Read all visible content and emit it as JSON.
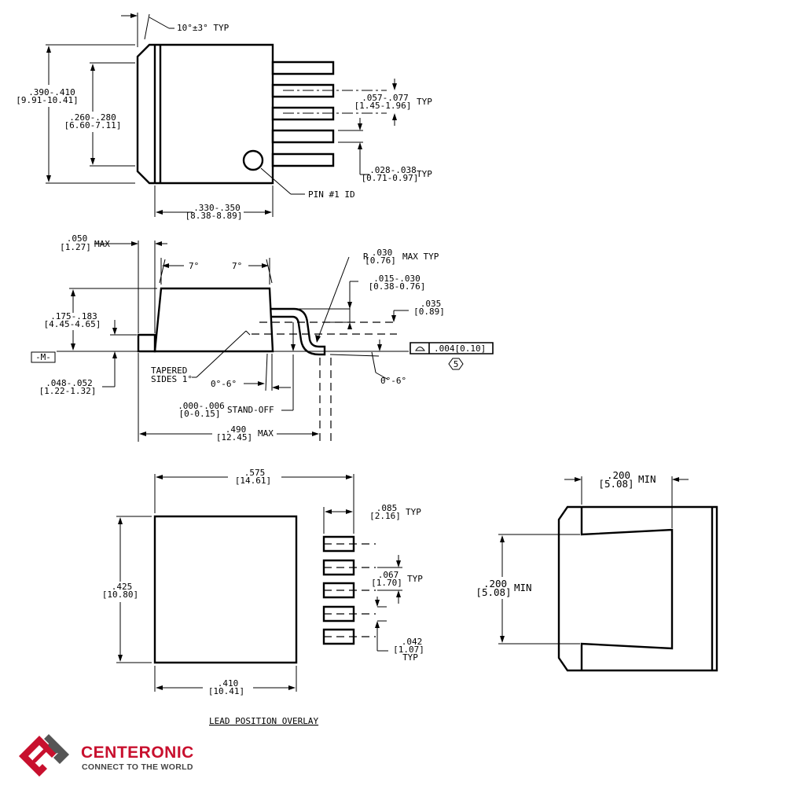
{
  "top_view": {
    "lead_angle": "10°±3° TYP",
    "width_outer": ".390-.410",
    "width_outer_mm": "[9.91-10.41]",
    "width_inner": ".260-.280",
    "width_inner_mm": "[6.60-7.11]",
    "pitch": ".057-.077",
    "pitch_mm": "[1.45-1.96]",
    "typ": "TYP",
    "lead_width": ".028-.038",
    "lead_width_mm": "[0.71-0.97]",
    "pin1": "PIN #1 ID",
    "body_length": ".330-.350",
    "body_length_mm": "[8.38-8.89]"
  },
  "side_view": {
    "tab_max": ".050",
    "tab_max_mm": "[1.27]",
    "max": "MAX",
    "draft_left": "7°",
    "draft_right": "7°",
    "radius_prefix": "R",
    "radius": ".030",
    "radius_mm": "[0.76]",
    "max_typ": "MAX TYP",
    "foot_len": ".015-.030",
    "foot_len_mm": "[0.38-0.76]",
    "lead_height": ".035",
    "lead_height_mm": "[0.89]",
    "coplanarity": ".004[0.10]",
    "note_number": "5",
    "height": ".175-.183",
    "height_mm": "[4.45-4.65]",
    "datum": "-M-",
    "tab_height": ".048-.052",
    "tab_height_mm": "[1.22-1.32]",
    "tapered_1": "TAPERED",
    "tapered_2": "SIDES 1°",
    "foot_angle_1": "0°-6°",
    "foot_angle_2": "0°-6°",
    "standoff": ".000-.006",
    "standoff_mm": "[0-0.15]",
    "standoff_label": "STAND-OFF",
    "overall": ".490",
    "overall_mm": "[12.45]",
    "overall_max": "MAX"
  },
  "overlay": {
    "span": ".575",
    "span_mm": "[14.61]",
    "pad_len": ".085",
    "pad_len_mm": "[2.16]",
    "typ": "TYP",
    "height": ".425",
    "height_mm": "[10.80]",
    "pad_pitch": ".067",
    "pad_pitch_mm": "[1.70]",
    "pad_width": ".042",
    "pad_width_mm": "[1.07]",
    "width": ".410",
    "width_mm": "[10.41]",
    "caption": "LEAD POSITION OVERLAY"
  },
  "bottom_view": {
    "dim_x": ".200",
    "dim_x_mm": "[5.08]",
    "dim_y": ".200",
    "dim_y_mm": "[5.08]",
    "min": "MIN"
  },
  "brand": {
    "name": "CENTERONIC",
    "tagline": "CONNECT TO THE WORLD",
    "logo_color": "#c8102e",
    "logo_accent": "#555555"
  }
}
